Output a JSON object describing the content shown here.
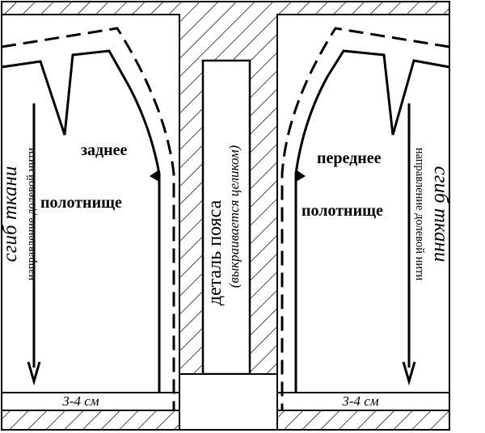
{
  "back_panel": {
    "name_line1": "заднее",
    "name_line2": "полотнище",
    "fold_label": "сгиб ткани",
    "grain_label": "направление долевой нити",
    "seam_allowance": "3-4 см"
  },
  "front_panel": {
    "name_line1": "переднее",
    "name_line2": "полотнище",
    "fold_label": "сгиб ткани",
    "grain_label": "направление долевой нити",
    "seam_allowance": "3-4 см"
  },
  "waistband": {
    "label": "деталь пояса",
    "note": "(выкраивается целиком)"
  }
}
